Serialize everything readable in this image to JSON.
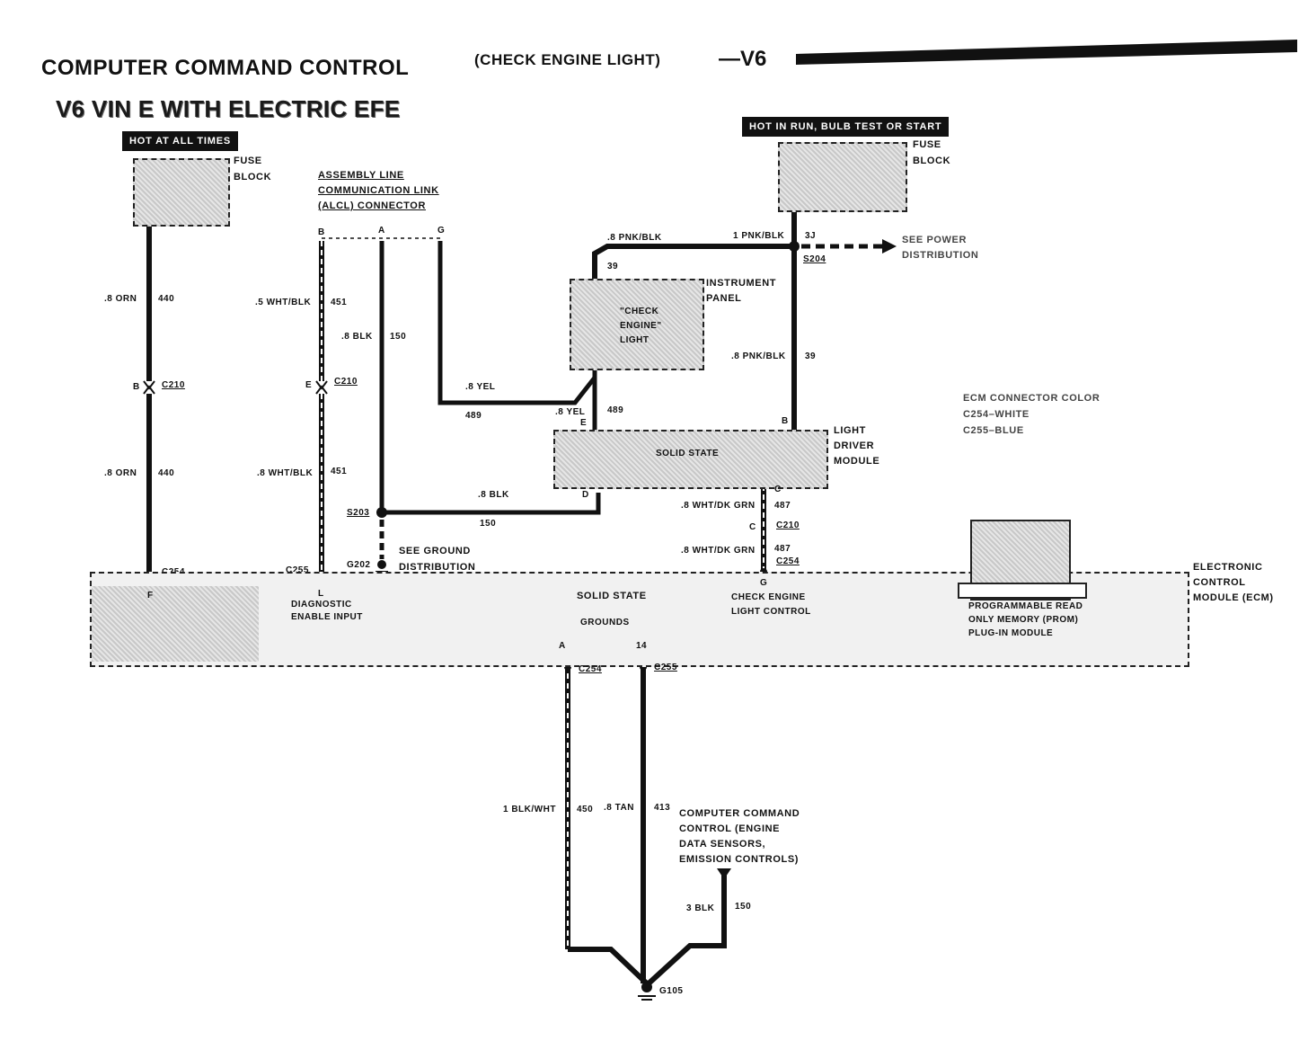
{
  "title": {
    "main": "COMPUTER COMMAND CONTROL",
    "paren": "(CHECK ENGINE LIGHT)",
    "dash_v6": "—V6"
  },
  "subtitle": "V6 VIN E WITH ELECTRIC EFE",
  "power_tags": {
    "hot_at_all_times": "HOT AT ALL TIMES",
    "hot_in_run": "HOT IN RUN, BULB TEST OR START"
  },
  "fuse_block_left": {
    "label_1": "FUSE",
    "label_2": "BLOCK"
  },
  "fuse_block_right": {
    "label_1": "FUSE",
    "label_2": "BLOCK"
  },
  "alcl": {
    "line1": "ASSEMBLY LINE",
    "line2": "COMMUNICATION LINK",
    "line3": "(ALCL) CONNECTOR",
    "pin_b": "B",
    "pin_a": "A",
    "pin_g": "G"
  },
  "wires": {
    "orn_top": ".8 ORN",
    "orn_top_ckt": "440",
    "orn_bot": ".8 ORN",
    "orn_bot_ckt": "440",
    "wht_blk_top": ".5 WHT/BLK",
    "wht_blk_top_ckt": "451",
    "wht_blk_bot": ".8 WHT/BLK",
    "wht_blk_bot_ckt": "451",
    "blk_150": ".8 BLK",
    "blk_150_ckt": "150",
    "yel_1": ".8 YEL",
    "yel_1_ckt": "489",
    "yel_2": ".8 YEL",
    "yel_2_ckt": "489",
    "pnk_blk_1": ".8 PNK/BLK",
    "pnk_blk_2": "1 PNK/BLK",
    "pnk_blk_39a": "39",
    "pnk_blk_39b": "39",
    "pnk_blk_3": ".8 PNK/BLK",
    "pnk_blk_3_ckt": "39",
    "pnk_blk_3j": "3J",
    "blk_s203": ".8 BLK",
    "blk_s203_ckt": "150",
    "wht_dkgrn_1": ".8 WHT/DK GRN",
    "wht_dkgrn_1_ckt": "487",
    "wht_dkgrn_2": ".8 WHT/DK GRN",
    "wht_dkgrn_2_ckt": "487",
    "blk_wht": "1 BLK/WHT",
    "blk_wht_ckt": "450",
    "tan": ".8 TAN",
    "tan_ckt": "413",
    "blk_3": "3 BLK",
    "blk_3_ckt": "150"
  },
  "connectors": {
    "c210_a": "C210",
    "c210_b": "C210",
    "c210_c": "C210",
    "c254_a": "C254",
    "c254_b": "C254",
    "c254_c": "C254",
    "c255_a": "C255",
    "c255_b": "C255",
    "s203": "S203",
    "s204": "S204",
    "g202": "G202",
    "g105": "G105",
    "pin_b1": "B",
    "pin_e1": "E",
    "pin_e2": "E",
    "pin_b2": "B",
    "pin_d": "D",
    "pin_c1": "C",
    "pin_c2": "C",
    "pin_g": "G",
    "pin_a": "A",
    "pin_14": "14",
    "pin_f": "F",
    "pin_l": "L"
  },
  "ground_note": {
    "line1": "SEE GROUND",
    "line2": "DISTRIBUTION"
  },
  "instrument_panel": {
    "line1": "INSTRUMENT",
    "line2": "PANEL",
    "bulb_1": "\"CHECK",
    "bulb_2": "ENGINE\"",
    "bulb_3": "LIGHT"
  },
  "light_driver": {
    "line1": "LIGHT",
    "line2": "DRIVER",
    "line3": "MODULE",
    "inside": "SOLID STATE"
  },
  "ecm_connector_color": {
    "line1": "ECM CONNECTOR COLOR",
    "line2": "C254–WHITE",
    "line3": "C255–BLUE"
  },
  "ecm": {
    "line1": "ELECTRONIC",
    "line2": "CONTROL",
    "line3": "MODULE (ECM)",
    "solid_state": "SOLID STATE",
    "grounds": "GROUNDS",
    "diag_1": "DIAGNOSTIC",
    "diag_2": "ENABLE INPUT",
    "cel_1": "CHECK ENGINE",
    "cel_2": "LIGHT CONTROL",
    "prom_1": "PROGRAMMABLE READ",
    "prom_2": "ONLY MEMORY (PROM)",
    "prom_3": "PLUG-IN MODULE"
  },
  "ccc_note": {
    "line1": "COMPUTER COMMAND",
    "line2": "CONTROL (ENGINE",
    "line3": "DATA SENSORS,",
    "line4": "EMISSION CONTROLS)"
  },
  "power_dist": {
    "line1": "SEE POWER",
    "line2": "DISTRIBUTION"
  }
}
